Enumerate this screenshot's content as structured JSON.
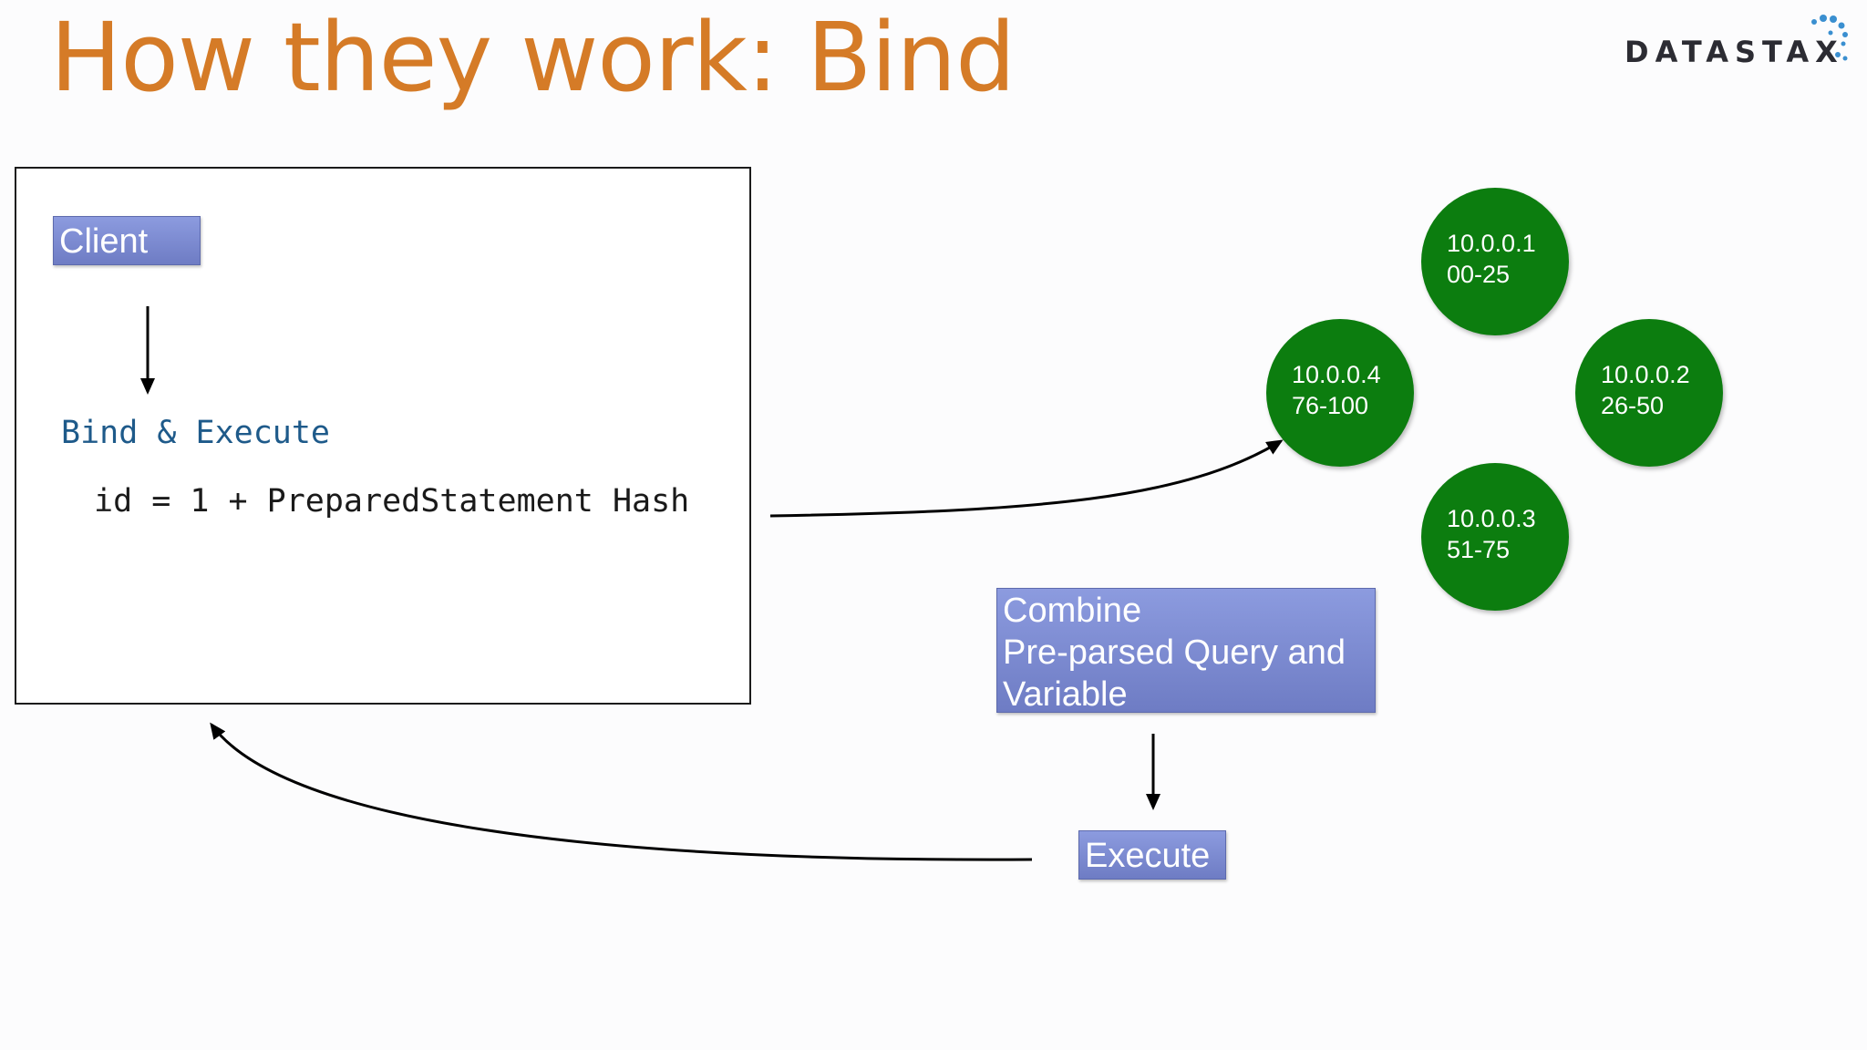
{
  "title": "How they work: Bind",
  "logo": {
    "text": "DATASTAX"
  },
  "client_box": {
    "label": "Client",
    "step": "Bind & Execute",
    "payload": "id = 1 + PreparedStatement Hash"
  },
  "nodes": [
    {
      "address": "10.0.0.1",
      "range": "00-25"
    },
    {
      "address": "10.0.0.2",
      "range": "26-50"
    },
    {
      "address": "10.0.0.3",
      "range": "51-75"
    },
    {
      "address": "10.0.0.4",
      "range": "76-100"
    }
  ],
  "combine": {
    "line1": "Combine",
    "line2": "Pre-parsed Query and",
    "line3": "Variable"
  },
  "execute": {
    "label": "Execute"
  },
  "colors": {
    "title": "#d57b27",
    "node_fill": "#0c7d0f",
    "label_box": "#7c8ad1",
    "code_keyword": "#1e5a8a"
  }
}
